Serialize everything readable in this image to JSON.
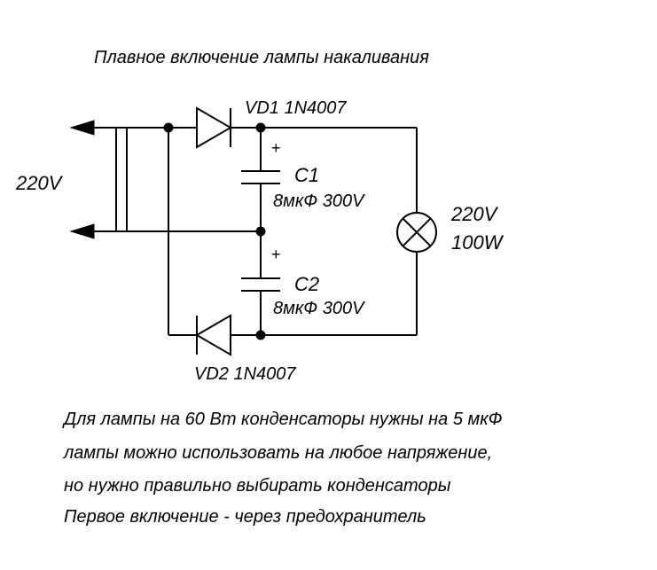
{
  "title": "Плавное включение лампы накаливания",
  "source": {
    "voltage_label": "220V"
  },
  "components": {
    "vd1": {
      "ref": "VD1",
      "part": "1N4007"
    },
    "vd2": {
      "ref": "VD2",
      "part": "1N4007"
    },
    "c1": {
      "ref": "C1",
      "value": "8мкФ 300V",
      "polarity": "+"
    },
    "c2": {
      "ref": "C2",
      "value": "8мкФ 300V",
      "polarity": "+"
    },
    "lamp": {
      "voltage": "220V",
      "power": "100W"
    }
  },
  "notes": [
    "Для лампы на 60 Вт конденсаторы нужны на 5 мкФ",
    "лампы можно использовать на любое напряжение,",
    "но нужно правильно выбирать  конденсаторы",
    "Первое включение - через предохранитель"
  ]
}
